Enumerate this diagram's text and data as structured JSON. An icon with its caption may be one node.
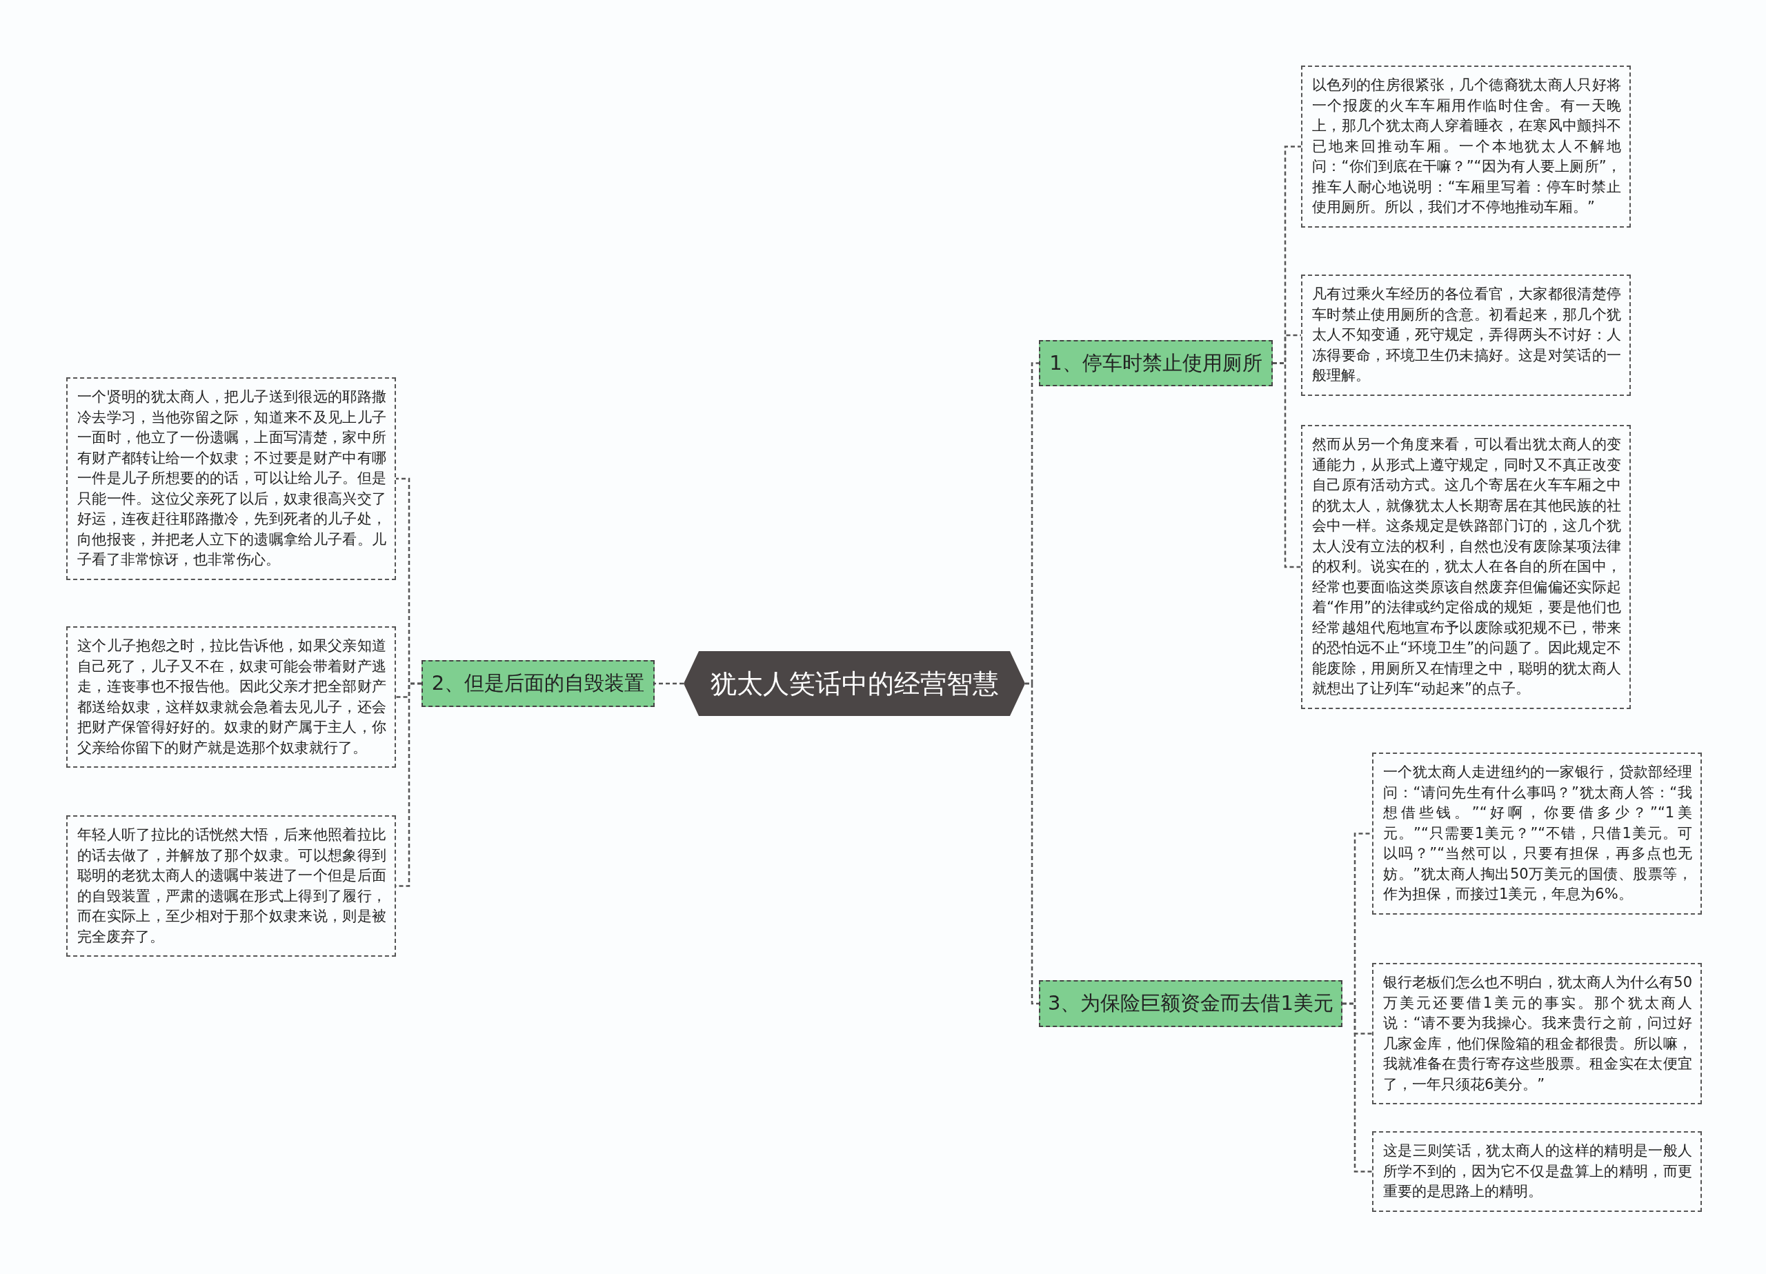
{
  "diagram": {
    "nodes": [
      {
        "text": [
          "犹太人笑话中的经营智慧"
        ]
      },
      {
        "text": [
          "1、停车时禁止使用厕所"
        ]
      },
      {
        "text": [
          "以色列的住房很紧张，几个德裔犹太商人只好将一个报废的火车车厢用作临时住舍。有一天晚上，那几个犹太商人穿着睡衣，在寒风中颤抖不已地来回推动车厢。一个本地犹太人不解地问：“你们到底在干嘛？”“因为有人要上厕所”，推车人耐心地说明：“车厢里写着：停车时禁止使用厕所。所以，我们才不停地推动车厢。”"
        ]
      },
      {
        "text": [
          "凡有过乘火车经历的各位看官，大家都很清楚停车时禁止使用厕所的含意。初看起来，那几个犹太人不知变通，死守规定，弄得两头不讨好：人冻得要命，环境卫生仍未搞好。这是对笑话的一般理解。"
        ]
      },
      {
        "text": [
          "然而从另一个角度来看，可以看出犹太商人的变通能力，从形式上遵守规定，同时又不真正改变自己原有活动方式。这几个寄居在火车车厢之中的犹太人，就像犹太人长期寄居在其他民族的社会中一样。这条规定是铁路部门订的，这几个犹太人没有立法的权利，自然也没有废除某项法律的权利。说实在的，犹太人在各自的所在国中，经常也要面临这类原该自然废弃但偏偏还实际起着“作用”的法律或约定俗成的规矩，要是他们也经常越俎代庖地宣布予以废除或犯规不已，带来的恐怕远不止“环境卫生”的问题了。因此规定不能废除，用厕所又在情理之中，聪明的犹太商人就想出了让列车“动起来”的点子。"
        ]
      },
      {
        "text": [
          "2、但是后面的自毁装置"
        ]
      },
      {
        "text": [
          "一个贤明的犹太商人，把儿子送到很远的耶路撒冷去学习，当他弥留之际，知道来不及见上儿子一面时，他立了一份遗嘱，上面写清楚，家中所有财产都转让给一个奴隶；不过要是财产中有哪一件是儿子所想要的的话，可以让给儿子。但是只能一件。这位父亲死了以后，奴隶很高兴交了好运，连夜赶往耶路撒冷，先到死者的儿子处，向他报丧，并把老人立下的遗嘱拿给儿子看。儿子看了非常惊讶，也非常伤心。"
        ]
      },
      {
        "text": [
          "这个儿子抱怨之时，拉比告诉他，如果父亲知道自己死了，儿子又不在，奴隶可能会带着财产逃走，连丧事也不报告他。因此父亲才把全部财产都送给奴隶，这样奴隶就会急着去见儿子，还会把财产保管得好好的。奴隶的财产属于主人，你父亲给你留下的财产就是选那个奴隶就行了。"
        ]
      },
      {
        "text": [
          "年轻人听了拉比的话恍然大悟，后来他照着拉比的话去做了，并解放了那个奴隶。可以想象得到聪明的老犹太商人的遗嘱中装进了一个但是后面的自毁装置，严肃的遗嘱在形式上得到了履行，而在实际上，至少相对于那个奴隶来说，则是被完全废弃了。"
        ]
      },
      {
        "text": [
          "3、为保险巨额资金而去借1美元"
        ]
      },
      {
        "text": [
          "一个犹太商人走进纽约的一家银行，贷款部经理问：“请问先生有什么事吗？”犹太商人答：“我想借些钱。”“好啊，你要借多少？”“1美元。”“只需要1美元？”“不错，只借1美元。可以吗？”“当然可以，只要有担保，再多点也无妨。”犹太商人掏出50万美元的国债、股票等，作为担保，而接过1美元，年息为6%。"
        ]
      },
      {
        "text": [
          "银行老板们怎么也不明白，犹太商人为什么有50万美元还要借1美元的事实。那个犹太商人说：“请不要为我操心。我来贵行之前，问过好几家金库，他们保险箱的租金都很贵。所以嘛，我就准备在贵行寄存这些股票。租金实在太便宜了，一年只须花6美分。”"
        ]
      },
      {
        "text": [
          "这是三则笑话，犹太商人的这样的精明是一般人所学不到的，因为它不仅是盘算上的精明，而更重要的是思路上的精明。"
        ]
      }
    ],
    "edges": [
      {
        "from": 0,
        "to": 1,
        "arrow": "none"
      },
      {
        "from": 1,
        "to": 2,
        "arrow": "none"
      },
      {
        "from": 1,
        "to": 3,
        "arrow": "none"
      },
      {
        "from": 1,
        "to": 4,
        "arrow": "none"
      },
      {
        "from": 0,
        "to": 5,
        "arrow": "none"
      },
      {
        "from": 5,
        "to": 6,
        "arrow": "none"
      },
      {
        "from": 5,
        "to": 7,
        "arrow": "none"
      },
      {
        "from": 5,
        "to": 8,
        "arrow": "none"
      },
      {
        "from": 0,
        "to": 9,
        "arrow": "none"
      },
      {
        "from": 9,
        "to": 10,
        "arrow": "none"
      },
      {
        "from": 9,
        "to": 11,
        "arrow": "none"
      },
      {
        "from": 9,
        "to": 12,
        "arrow": "none"
      }
    ]
  }
}
